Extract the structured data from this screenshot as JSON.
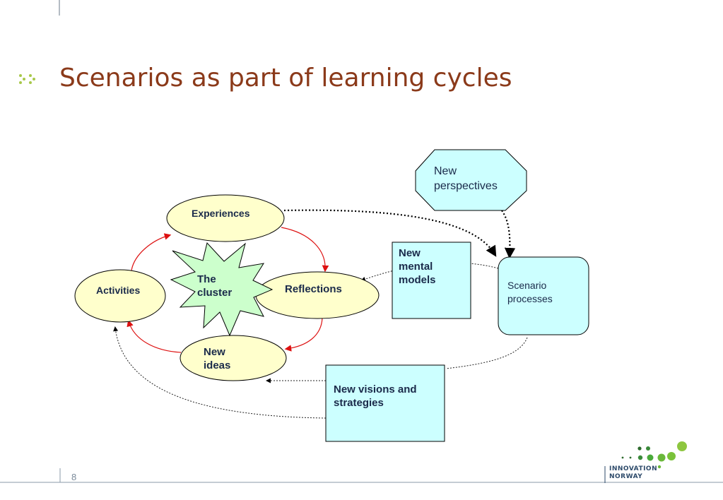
{
  "slide": {
    "title": "Scenarios as part of learning cycles",
    "page_number": "8"
  },
  "diagram": {
    "experiences": "Experiences",
    "activities": "Activities",
    "reflections": "Reflections",
    "new_ideas": [
      "New",
      "ideas"
    ],
    "cluster": [
      "The",
      "cluster"
    ],
    "new_perspectives": [
      "New",
      "perspectives"
    ],
    "new_mental_models": [
      "New",
      "mental",
      "models"
    ],
    "scenario_processes": [
      "Scenario",
      "processes"
    ],
    "new_visions": [
      "New visions and",
      "strategies"
    ]
  },
  "logo": {
    "line1": "INNOVATION",
    "line2": "NORWAY"
  },
  "colors": {
    "title": "#8b3a1a",
    "ellipse_fill": "#ffffcc",
    "box_fill": "#ccffff",
    "star_fill": "#ccffcc",
    "red_arrow": "#dd1111",
    "logo_green": "#8dc63f",
    "logo_dark": "#2d6a2d"
  }
}
